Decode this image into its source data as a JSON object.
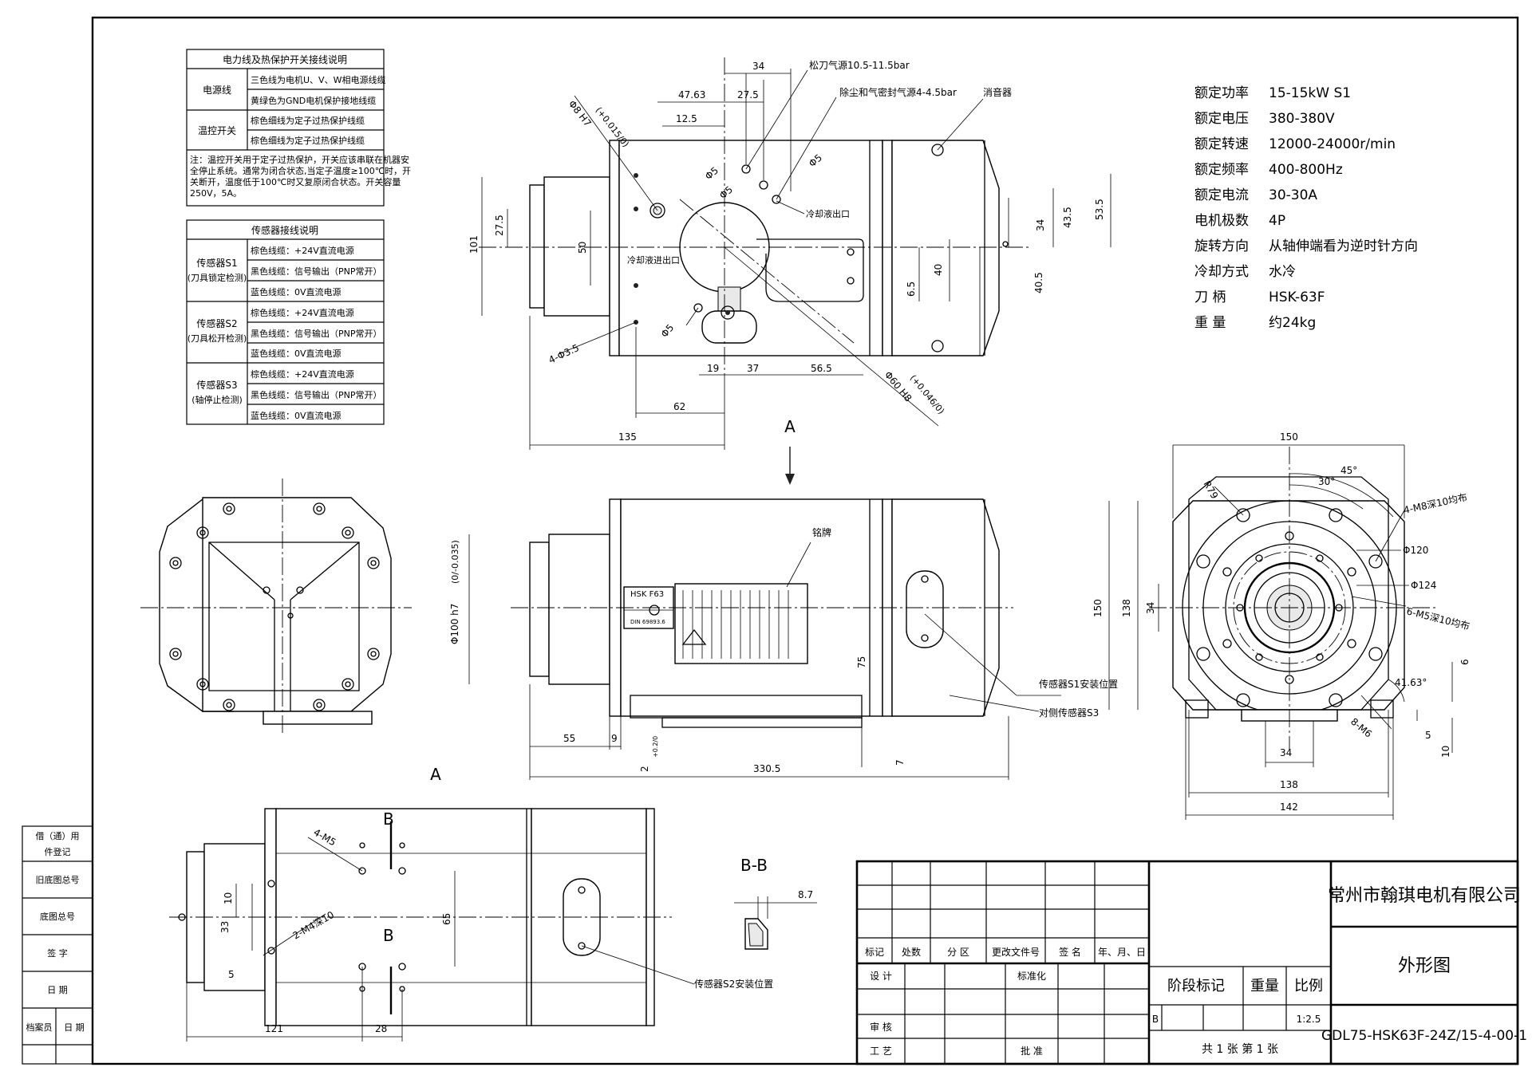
{
  "power_table": {
    "title": "电力线及热保护开关接线说明",
    "rows": [
      {
        "group": "电源线",
        "items": [
          "三色线为电机U、V、W相电源线缆",
          "黄绿色为GND电机保护接地线缆"
        ]
      },
      {
        "group": "温控开关",
        "items": [
          "棕色细线为定子过热保护线缆",
          "棕色细线为定子过热保护线缆"
        ]
      }
    ],
    "note": [
      "注：温控开关用于定子过热保护，开关应该串联在机器安",
      "全停止系统。通常为闭合状态,当定子温度≥100℃时，开",
      "关断开，温度低于100℃时又复原闭合状态。开关容量",
      "250V，5A。"
    ]
  },
  "sensor_table": {
    "title": "传感器接线说明",
    "groups": [
      {
        "name": "传感器S1",
        "sub": "(刀具锁定检测)",
        "items": [
          "棕色线缆：+24V直流电源",
          "黑色线缆：信号输出（PNP常开）",
          "蓝色线缆：0V直流电源"
        ]
      },
      {
        "name": "传感器S2",
        "sub": "(刀具松开检测)",
        "items": [
          "棕色线缆：+24V直流电源",
          "黑色线缆：信号输出（PNP常开）",
          "蓝色线缆：0V直流电源"
        ]
      },
      {
        "name": "传感器S3",
        "sub": "(轴停止检测)",
        "items": [
          "棕色线缆：+24V直流电源",
          "黑色线缆：信号输出（PNP常开）",
          "蓝色线缆：0V直流电源"
        ]
      }
    ]
  },
  "specs": [
    {
      "label": "额定功率",
      "value": "15-15kW  S1"
    },
    {
      "label": "额定电压",
      "value": "380-380V"
    },
    {
      "label": "额定转速",
      "value": "12000-24000r/min"
    },
    {
      "label": "额定频率",
      "value": "400-800Hz"
    },
    {
      "label": "额定电流",
      "value": "30-30A"
    },
    {
      "label": "电机极数",
      "value": "4P"
    },
    {
      "label": "旋转方向",
      "value": "从轴伸端看为逆时针方向"
    },
    {
      "label": "冷却方式",
      "value": "水冷"
    },
    {
      "label": "刀  柄",
      "value": "HSK-63F"
    },
    {
      "label": "重  量",
      "value": "约24kg"
    }
  ],
  "top_view": {
    "d34": "34",
    "d4763": "47.63",
    "d275": "27.5",
    "d125": "12.5",
    "air1": "松刀气源10.5-11.5bar",
    "air2": "除尘和气密封气源4-4.5bar",
    "muffler": "消音器",
    "phi8": "Φ8 H7",
    "phi8tol": "(+0.015/0)",
    "phi5a": "Φ5",
    "phi5b": "Φ5",
    "phi5c": "Φ5",
    "phi5d": "Φ5",
    "cool_out": "冷却液出口",
    "cool_in": "冷却液进出口",
    "d101": "101",
    "d275v": "27.5",
    "d50": "50",
    "d34r": "34",
    "d435": "43.5",
    "d535": "53.5",
    "d405": "40.5",
    "d65": "6.5",
    "d40": "40",
    "hole4": "4-Φ3.5",
    "d19": "19",
    "d37": "37",
    "d565": "56.5",
    "d62": "62",
    "d135": "135",
    "phi60": "Φ60 H8",
    "phi60tol": "(+0.046/0)"
  },
  "front_view": {
    "arrow_a": "A",
    "nameplate_label": "铭牌",
    "phi100": "Φ100 h7",
    "phi100tol": "(0/-0.035)",
    "d75": "75",
    "s1": "传感器S1安装位置",
    "s3": "对侧传感器S3",
    "d55": "55",
    "d9": "9",
    "d3305": "330.5",
    "d2": "2",
    "d2tol": "+0.2/0",
    "d7": "7",
    "plate_hsk": "HSK F63",
    "plate_din": "DIN 69893.6"
  },
  "side_view": {
    "d150": "150",
    "r79": "R79",
    "a30": "30°",
    "a45": "45°",
    "m8": "4-M8深10均布",
    "phi120": "Φ120",
    "phi124": "Φ124",
    "m5": "6-M5深10均布",
    "d150v": "150",
    "d138v": "138",
    "d34v": "34",
    "a4163": "41.63°",
    "d6": "6",
    "m6": "8-M6",
    "d5": "5",
    "d10": "10",
    "d34h": "34",
    "d138h": "138",
    "d142": "142"
  },
  "bottom_view": {
    "label_a": "A",
    "b1": "B",
    "b2": "B",
    "m5": "4-M5",
    "m4": "2-M4深10",
    "d10": "10",
    "d33": "33",
    "d5": "5",
    "d65": "65",
    "d121": "121",
    "d28": "28",
    "s2": "传感器S2安装位置"
  },
  "section": {
    "title": "B-B",
    "d87": "8.7"
  },
  "left_strip": [
    "借（通）用",
    "件登记",
    "旧底图总号",
    "底图总号",
    "签   字",
    "日   期",
    "档案员",
    "日   期"
  ],
  "title_block": {
    "company": "常州市翰琪电机有限公司",
    "drawing_name": "外形图",
    "drawing_no": "GDL75-HSK63F-24Z/15-4-00-1",
    "h_mark": "标记",
    "h_count": "处数",
    "h_zone": "分 区",
    "h_doc": "更改文件号",
    "h_sign": "签 名",
    "h_date": "年、月、日",
    "design": "设 计",
    "standard": "标准化",
    "review": "审 核",
    "process": "工 艺",
    "approve": "批 准",
    "stage": "阶段标记",
    "weight": "重量",
    "scale": "比例",
    "stage_val": "B",
    "scale_val": "1:2.5",
    "sheets": "共  1  张    第  1  张"
  }
}
